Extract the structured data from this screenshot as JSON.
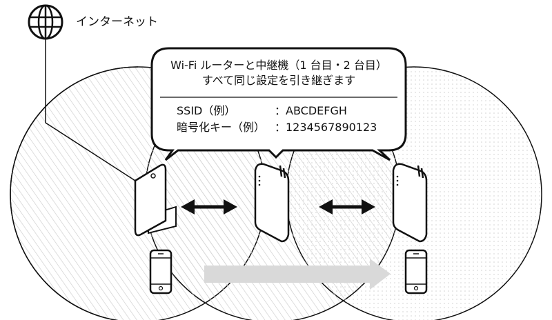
{
  "internet_label": "インターネット",
  "bubble": {
    "line1": "Wi-Fi ルーターと中継機（1 台目・2 台目）",
    "line2": "すべて同じ設定を引き継ぎます",
    "ssid_key": "SSID（例）",
    "ssid_value": "：ABCDEFGH",
    "key_key": "暗号化キー（例）",
    "key_value": "：1234567890123"
  },
  "icons": [
    "globe-icon",
    "router-icon",
    "repeater-icon",
    "smartphone-icon",
    "double-arrow-icon",
    "move-arrow-icon"
  ],
  "colors": {
    "stroke": "#111111",
    "hatch": "#cfcfcf",
    "arrow_gray": "#d9d9d9"
  }
}
